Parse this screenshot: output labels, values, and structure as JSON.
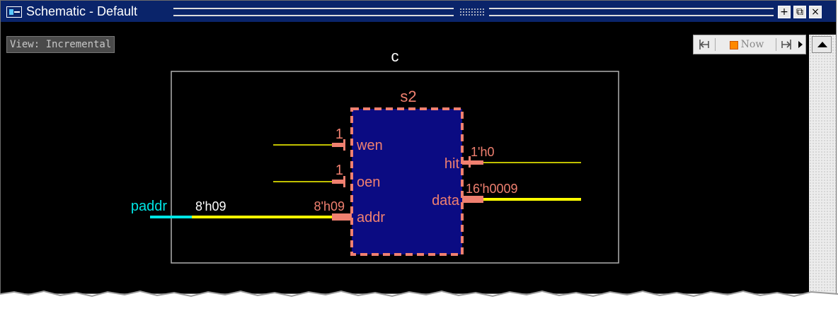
{
  "window": {
    "title": "Schematic - Default",
    "title_buttons": [
      "+",
      "⧉",
      "×"
    ],
    "view_label": "View: Incremental",
    "toolbar": {
      "now_label": "Now"
    }
  },
  "schematic": {
    "module_label": "c",
    "instance_label": "s2",
    "ports_in": [
      {
        "name": "wen",
        "value": "1"
      },
      {
        "name": "oen",
        "value": "1"
      },
      {
        "name": "addr",
        "value": "8'h09"
      }
    ],
    "ports_out": [
      {
        "name": "hit",
        "value": "1'h0"
      },
      {
        "name": "data",
        "value": "16'h0009"
      }
    ],
    "input_signal": {
      "name": "paddr",
      "value": "8'h09"
    }
  },
  "colors": {
    "titlebar": "#0a246a",
    "canvas": "#000000",
    "instance_fill": "#0b0b82",
    "instance_border": "#f08070",
    "port_text": "#f08070",
    "wire": "#ffff00",
    "input_net": "#00e5e5",
    "module_border": "#b0b0b0"
  }
}
